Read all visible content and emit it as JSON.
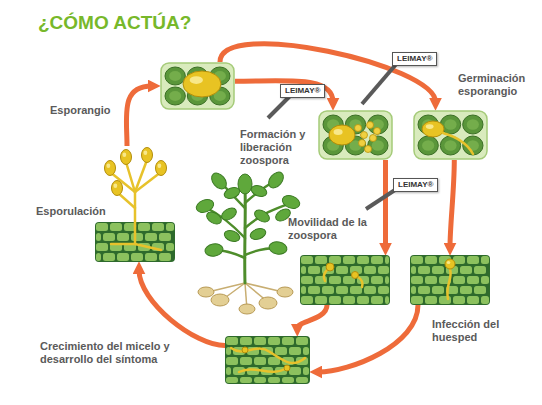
{
  "diagram": {
    "title": "¿CÓMO ACTÚA?",
    "nodes": [
      {
        "text": [
          "Esporangio"
        ]
      },
      {
        "text": [
          "Formación y liberación zoospora"
        ]
      },
      {
        "text": [
          "Germinación esporangio"
        ]
      },
      {
        "text": [
          "Movilidad de la zoospora"
        ]
      },
      {
        "text": [
          "Infección del huesped"
        ]
      },
      {
        "text": [
          "Crecimiento del micelo y desarrollo del síntoma"
        ]
      },
      {
        "text": [
          "Esporulación"
        ]
      },
      {
        "text": [
          "LEIMAY®"
        ]
      },
      {
        "text": [
          "LEIMAY®"
        ]
      },
      {
        "text": [
          "LEIMAY®"
        ]
      }
    ],
    "edges": [
      {
        "from": 0,
        "to": 1,
        "arrow": "to"
      },
      {
        "from": 0,
        "to": 2,
        "arrow": "to"
      },
      {
        "from": 1,
        "to": 3,
        "arrow": "to"
      },
      {
        "from": 2,
        "to": 4,
        "arrow": "to"
      },
      {
        "from": 3,
        "to": 5,
        "arrow": "to"
      },
      {
        "from": 4,
        "to": 5,
        "arrow": "to"
      },
      {
        "from": 5,
        "to": 6,
        "arrow": "to"
      },
      {
        "from": 6,
        "to": 0,
        "arrow": "to"
      }
    ]
  }
}
